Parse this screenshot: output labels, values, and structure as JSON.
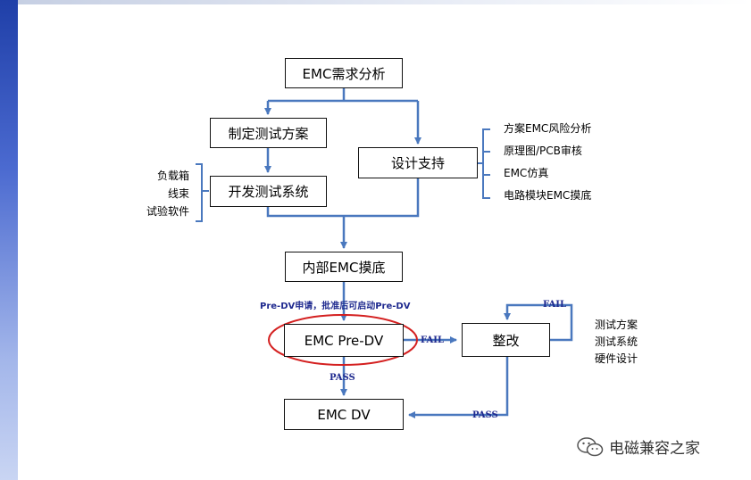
{
  "diagram": {
    "nodes": {
      "emc_requirements": "EMC需求分析",
      "test_plan": "制定测试方案",
      "design_support": "设计支持",
      "dev_test_system": "开发测试系统",
      "internal_precheck": "内部EMC摸底",
      "pre_dv": "EMC Pre-DV",
      "rectify": "整改",
      "emc_dv": "EMC DV"
    },
    "left_annotations": [
      "负载箱",
      "线束",
      "试验软件"
    ],
    "design_support_items": [
      "方案EMC风险分析",
      "原理图/PCB审核",
      "EMC仿真",
      "电路模块EMC摸底"
    ],
    "rectify_items": [
      "测试方案",
      "测试系统",
      "硬件设计"
    ],
    "edge_labels": {
      "pre_dv_apply": "Pre-DV申请，批准后可启动Pre-DV",
      "fail_to_rectify": "FAIL",
      "fail_loop": "FAIL",
      "pass_to_dv": "PASS",
      "rectify_pass": "PASS"
    },
    "colors": {
      "arrow": "#4a78be",
      "highlight_ellipse": "#d42020",
      "edge_label": "#1f2a8f",
      "box_border": "#111111"
    }
  },
  "watermark": {
    "text": "电磁兼容之家",
    "icon": "wechat-icon"
  }
}
